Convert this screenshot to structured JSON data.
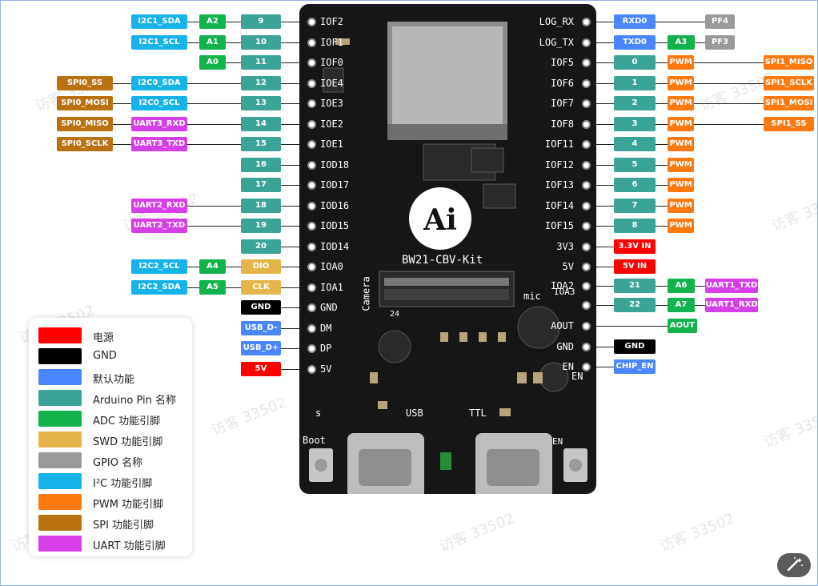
{
  "board": {
    "name": "BW21-CBV-Kit",
    "logo": "Ai",
    "silk": {
      "camera": "Camera",
      "mic": "mic",
      "usb": "USB",
      "ttl": "TTL",
      "boot": "Boot",
      "en": "EN",
      "s": "s",
      "mic_ioa3": "IOA3",
      "en2": "EN",
      "pin24": "24"
    }
  },
  "colors": {
    "red": "#ff0000",
    "black": "#000000",
    "default": "#4a86ff",
    "arduino": "#3aa597",
    "adc": "#12b24d",
    "swd": "#e5b54b",
    "gpio": "#9a9a9a",
    "i2c": "#16b3ea",
    "pwm": "#ff7a0e",
    "spi": "#b9720f",
    "uart": "#d63fe8"
  },
  "left_pins": [
    {
      "pin": "IOF2",
      "labels": [
        {
          "text": "9",
          "type": "arduino"
        },
        {
          "text": "A2",
          "type": "adc"
        },
        {
          "text": "I2C1_SDA",
          "type": "i2c"
        }
      ]
    },
    {
      "pin": "IOF1",
      "labels": [
        {
          "text": "10",
          "type": "arduino"
        },
        {
          "text": "A1",
          "type": "adc"
        },
        {
          "text": "I2C1_SCL",
          "type": "i2c"
        }
      ]
    },
    {
      "pin": "IOF0",
      "labels": [
        {
          "text": "11",
          "type": "arduino"
        },
        {
          "text": "A0",
          "type": "adc"
        }
      ]
    },
    {
      "pin": "IOE4",
      "labels": [
        {
          "text": "12",
          "type": "arduino"
        },
        {
          "text": "I2C0_SDA",
          "type": "i2c"
        },
        {
          "text": "SPI0_SS",
          "type": "spi"
        }
      ]
    },
    {
      "pin": "IOE3",
      "labels": [
        {
          "text": "13",
          "type": "arduino"
        },
        {
          "text": "I2C0_SCL",
          "type": "i2c"
        },
        {
          "text": "SPI0_MOSI",
          "type": "spi"
        }
      ]
    },
    {
      "pin": "IOE2",
      "labels": [
        {
          "text": "14",
          "type": "arduino"
        },
        {
          "text": "UART3_RXD",
          "type": "uart"
        },
        {
          "text": "SPI0_MISO",
          "type": "spi"
        }
      ]
    },
    {
      "pin": "IOE1",
      "labels": [
        {
          "text": "15",
          "type": "arduino"
        },
        {
          "text": "UART3_TXD",
          "type": "uart"
        },
        {
          "text": "SPI0_SCLK",
          "type": "spi"
        }
      ]
    },
    {
      "pin": "IOD18",
      "labels": [
        {
          "text": "16",
          "type": "arduino"
        }
      ]
    },
    {
      "pin": "IOD17",
      "labels": [
        {
          "text": "17",
          "type": "arduino"
        }
      ]
    },
    {
      "pin": "IOD16",
      "labels": [
        {
          "text": "18",
          "type": "arduino"
        },
        {
          "text": "UART2_RXD",
          "type": "uart"
        }
      ]
    },
    {
      "pin": "IOD15",
      "labels": [
        {
          "text": "19",
          "type": "arduino"
        },
        {
          "text": "UART2_TXD",
          "type": "uart"
        }
      ]
    },
    {
      "pin": "IOD14",
      "labels": [
        {
          "text": "20",
          "type": "arduino"
        }
      ]
    },
    {
      "pin": "IOA0",
      "labels": [
        {
          "text": "DIO",
          "type": "swd"
        },
        {
          "text": "A4",
          "type": "adc"
        },
        {
          "text": "I2C2_SCL",
          "type": "i2c"
        }
      ]
    },
    {
      "pin": "IOA1",
      "labels": [
        {
          "text": "CLK",
          "type": "swd"
        },
        {
          "text": "A5",
          "type": "adc"
        },
        {
          "text": "I2C2_SDA",
          "type": "i2c"
        }
      ]
    },
    {
      "pin": "GND",
      "labels": [
        {
          "text": "GND",
          "type": "black"
        }
      ]
    },
    {
      "pin": "DM",
      "labels": [
        {
          "text": "USB_D-",
          "type": "default"
        }
      ]
    },
    {
      "pin": "DP",
      "labels": [
        {
          "text": "USB_D+",
          "type": "default"
        }
      ]
    },
    {
      "pin": "5V",
      "labels": [
        {
          "text": "5V",
          "type": "red"
        }
      ]
    }
  ],
  "right_pins": [
    {
      "pin": "LOG_RX",
      "labels": [
        {
          "text": "RXD0",
          "type": "default",
          "col": 0
        },
        {
          "text": "PF4",
          "type": "gpio",
          "col": 2
        }
      ]
    },
    {
      "pin": "LOG_TX",
      "labels": [
        {
          "text": "TXD0",
          "type": "default",
          "col": 0
        },
        {
          "text": "A3",
          "type": "adc",
          "col": 1
        },
        {
          "text": "PF3",
          "type": "gpio",
          "col": 2
        }
      ]
    },
    {
      "pin": "IOF5",
      "labels": [
        {
          "text": "0",
          "type": "arduino",
          "col": 0
        },
        {
          "text": "PWM",
          "type": "pwm",
          "col": 1
        },
        {
          "text": "SPI1_MISO",
          "type": "pwm",
          "col": 3
        }
      ]
    },
    {
      "pin": "IOF6",
      "labels": [
        {
          "text": "1",
          "type": "arduino",
          "col": 0
        },
        {
          "text": "PWM",
          "type": "pwm",
          "col": 1
        },
        {
          "text": "SPI1_SCLK",
          "type": "pwm",
          "col": 3
        }
      ]
    },
    {
      "pin": "IOF7",
      "labels": [
        {
          "text": "2",
          "type": "arduino",
          "col": 0
        },
        {
          "text": "PWM",
          "type": "pwm",
          "col": 1
        },
        {
          "text": "SPI1_MOSI",
          "type": "pwm",
          "col": 3
        }
      ]
    },
    {
      "pin": "IOF8",
      "labels": [
        {
          "text": "3",
          "type": "arduino",
          "col": 0
        },
        {
          "text": "PWM",
          "type": "pwm",
          "col": 1
        },
        {
          "text": "SPI1_SS",
          "type": "pwm",
          "col": 3
        }
      ]
    },
    {
      "pin": "IOF11",
      "labels": [
        {
          "text": "4",
          "type": "arduino",
          "col": 0
        },
        {
          "text": "PWM",
          "type": "pwm",
          "col": 1
        }
      ]
    },
    {
      "pin": "IOF12",
      "labels": [
        {
          "text": "5",
          "type": "arduino",
          "col": 0
        },
        {
          "text": "PWM",
          "type": "pwm",
          "col": 1
        }
      ]
    },
    {
      "pin": "IOF13",
      "labels": [
        {
          "text": "6",
          "type": "arduino",
          "col": 0
        },
        {
          "text": "PWM",
          "type": "pwm",
          "col": 1
        }
      ]
    },
    {
      "pin": "IOF14",
      "labels": [
        {
          "text": "7",
          "type": "arduino",
          "col": 0
        },
        {
          "text": "PWM",
          "type": "pwm",
          "col": 1
        }
      ]
    },
    {
      "pin": "IOF15",
      "labels": [
        {
          "text": "8",
          "type": "arduino",
          "col": 0
        },
        {
          "text": "PWM",
          "type": "pwm",
          "col": 1
        }
      ]
    },
    {
      "pin": "3V3",
      "labels": [
        {
          "text": "3.3V IN",
          "type": "red",
          "col": 0
        }
      ]
    },
    {
      "pin": "5V",
      "labels": [
        {
          "text": "5V IN",
          "type": "red",
          "col": 0
        }
      ]
    },
    {
      "pin": "IOA2",
      "labels": [
        {
          "text": "21",
          "type": "arduino",
          "col": 0
        },
        {
          "text": "A6",
          "type": "adc",
          "col": 1
        },
        {
          "text": "UART1_TXD",
          "type": "uart",
          "col": 2
        }
      ]
    },
    {
      "pin": "",
      "labels": [
        {
          "text": "22",
          "type": "arduino",
          "col": 0
        },
        {
          "text": "A7",
          "type": "adc",
          "col": 1
        },
        {
          "text": "UART1_RXD",
          "type": "uart",
          "col": 2
        }
      ]
    },
    {
      "pin": "AOUT",
      "labels": [
        {
          "text": "AOUT",
          "type": "adc",
          "col": 1
        }
      ]
    },
    {
      "pin": "GND",
      "labels": [
        {
          "text": "GND",
          "type": "black",
          "col": 1
        }
      ]
    },
    {
      "pin": "EN",
      "labels": [
        {
          "text": "CHIP_EN",
          "type": "default",
          "col": 0
        }
      ]
    }
  ],
  "legend": [
    {
      "text": "电源",
      "type": "red"
    },
    {
      "text": "GND",
      "type": "black"
    },
    {
      "text": "默认功能",
      "type": "default"
    },
    {
      "text": "Arduino Pin 名称",
      "type": "arduino"
    },
    {
      "text": "ADC 功能引脚",
      "type": "adc"
    },
    {
      "text": "SWD 功能引脚",
      "type": "swd"
    },
    {
      "text": "GPIO 名称",
      "type": "gpio"
    },
    {
      "text": "I²C 功能引脚",
      "type": "i2c"
    },
    {
      "text": "PWM 功能引脚",
      "type": "pwm"
    },
    {
      "text": "SPI 功能引脚",
      "type": "spi"
    },
    {
      "text": "UART 功能引脚",
      "type": "uart"
    }
  ],
  "watermark": "访客 33502"
}
